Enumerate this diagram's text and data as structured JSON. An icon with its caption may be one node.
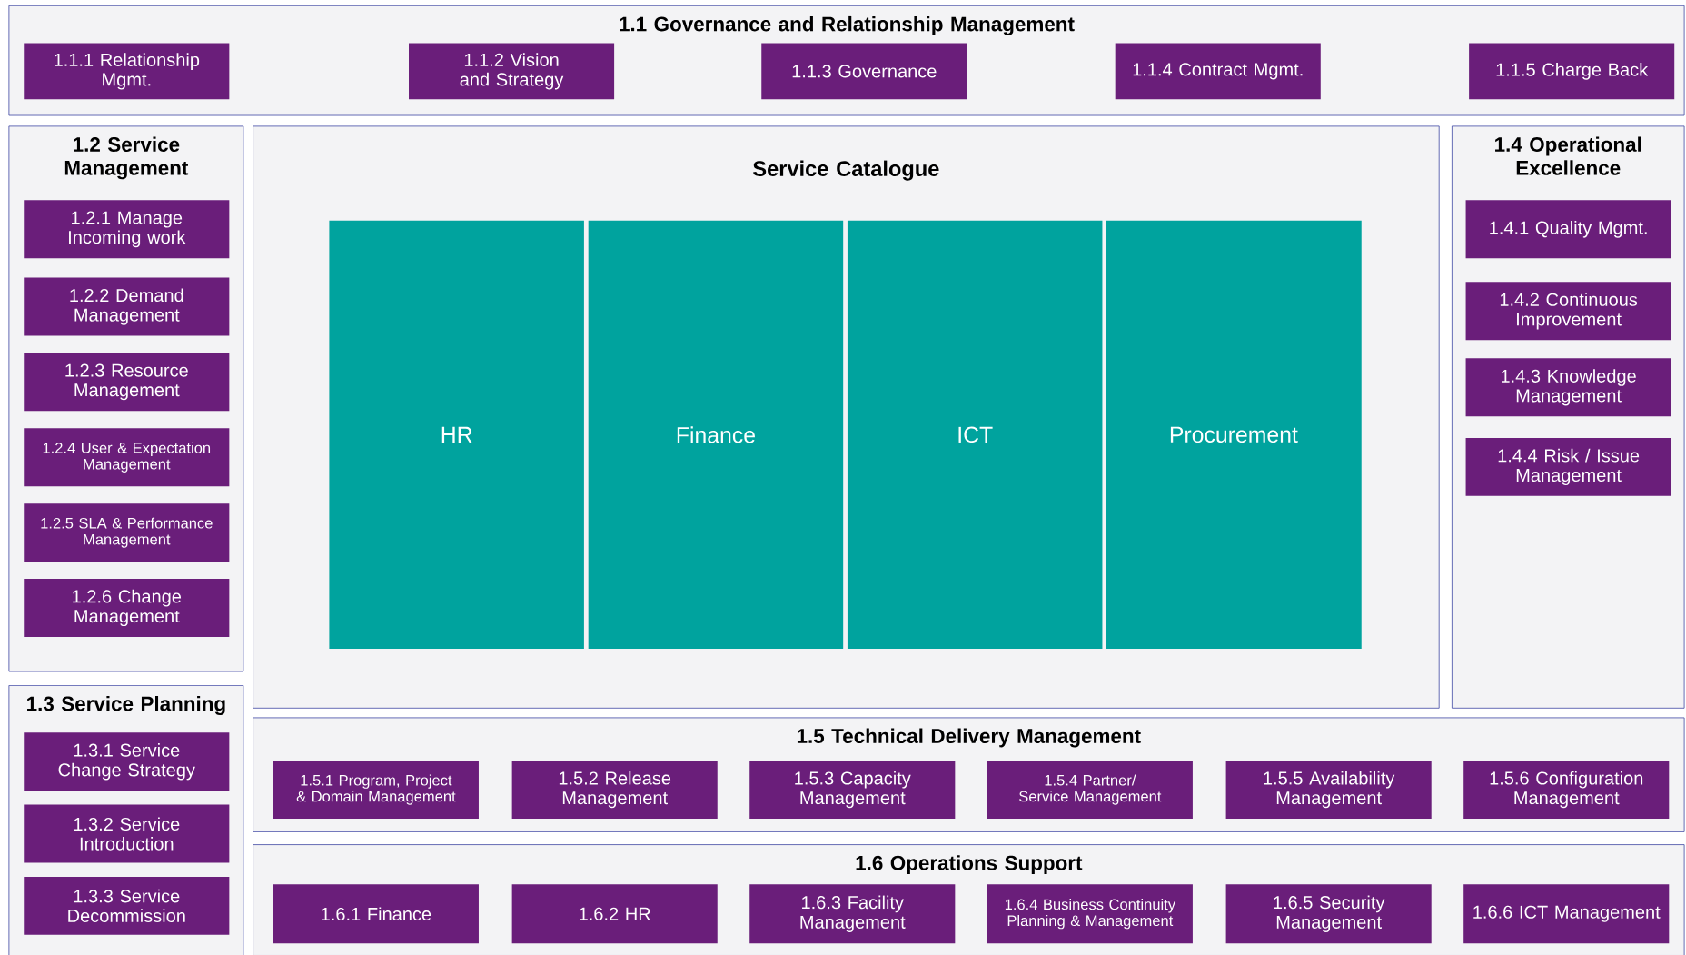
{
  "diagram": {
    "nodes": [
      {
        "text": [
          "1.1 Governance and Relationship Management"
        ]
      },
      {
        "text": [
          "1.1.1 Relationship Mgmt."
        ],
        "in": 0
      },
      {
        "text": [
          "1.1.2 Vision and Strategy"
        ],
        "in": 0
      },
      {
        "text": [
          "1.1.3 Governance"
        ],
        "in": 0
      },
      {
        "text": [
          "1.1.4 Contract Mgmt."
        ],
        "in": 0
      },
      {
        "text": [
          "1.1.5 Charge Back"
        ],
        "in": 0
      },
      {
        "text": [
          "1.2 Service Management"
        ]
      },
      {
        "text": [
          "1.2.1 Manage Incoming work"
        ],
        "in": 6
      },
      {
        "text": [
          "1.2.2 Demand Management"
        ],
        "in": 6
      },
      {
        "text": [
          "1.2.3 Resource Management"
        ],
        "in": 6
      },
      {
        "text": [
          "1.2.4 User & Expectation Management"
        ],
        "in": 6
      },
      {
        "text": [
          "1.2.5 SLA & Performance Management"
        ],
        "in": 6
      },
      {
        "text": [
          "1.2.6 Change Management"
        ],
        "in": 6
      },
      {
        "text": [
          "1.3 Service Planning"
        ]
      },
      {
        "text": [
          "1.3.1 Service Change Strategy"
        ],
        "in": 13
      },
      {
        "text": [
          "1.3.2 Service Introduction"
        ],
        "in": 13
      },
      {
        "text": [
          "1.3.3 Service Decommission"
        ],
        "in": 13
      },
      {
        "text": [
          "Service Catalogue"
        ]
      },
      {
        "text": [
          "HR"
        ],
        "in": 17
      },
      {
        "text": [
          "Finance"
        ],
        "in": 17
      },
      {
        "text": [
          "ICT"
        ],
        "in": 17
      },
      {
        "text": [
          "Procurement"
        ],
        "in": 17
      },
      {
        "text": [
          "1.4 Operational Excellence"
        ]
      },
      {
        "text": [
          "1.4.1 Quality Mgmt."
        ],
        "in": 22
      },
      {
        "text": [
          "1.4.2 Continuous Improvement"
        ],
        "in": 22
      },
      {
        "text": [
          "1.4.3 Knowledge Management"
        ],
        "in": 22
      },
      {
        "text": [
          "1.4.4 Risk / Issue Management"
        ],
        "in": 22
      },
      {
        "text": [
          "1.5 Technical Delivery Management"
        ]
      },
      {
        "text": [
          "1.5.1 Program, Project & Domain Management"
        ],
        "in": 27
      },
      {
        "text": [
          "1.5.2 Release Management"
        ],
        "in": 27
      },
      {
        "text": [
          "1.5.3 Capacity Management"
        ],
        "in": 27
      },
      {
        "text": [
          "1.5.4 Partner/ Service Management"
        ],
        "in": 27
      },
      {
        "text": [
          "1.5.5 Availability Management"
        ],
        "in": 27
      },
      {
        "text": [
          "1.5.6 Configuration Management"
        ],
        "in": 27
      },
      {
        "text": [
          "1.6 Operations Support"
        ]
      },
      {
        "text": [
          "1.6.1 Finance"
        ],
        "in": 34
      },
      {
        "text": [
          "1.6.2 HR"
        ],
        "in": 34
      },
      {
        "text": [
          "1.6.3 Facility Management"
        ],
        "in": 34
      },
      {
        "text": [
          "1.6.4 Business Continuity Planning & Management"
        ],
        "in": 34
      },
      {
        "text": [
          "1.6.5 Security Management"
        ],
        "in": 34
      },
      {
        "text": [
          "1.6.6 ICT Management"
        ],
        "in": 34
      }
    ]
  }
}
